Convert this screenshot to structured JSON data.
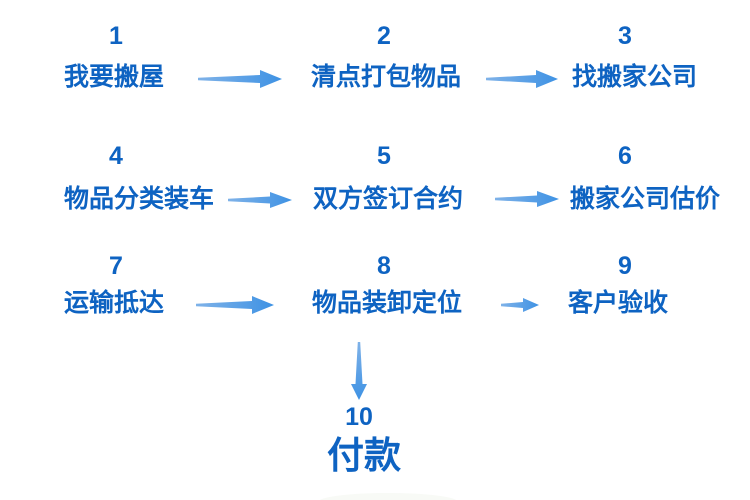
{
  "diagram": {
    "type": "flowchart",
    "background": "#ffffff",
    "colors": {
      "text_blue": "#0e63c2",
      "arrow_blue": "#3e92e4",
      "arrow_blue_light": "#7fb2e8"
    },
    "steps": [
      {
        "num": "1",
        "label": "我要搬屋"
      },
      {
        "num": "2",
        "label": "清点打包物品"
      },
      {
        "num": "3",
        "label": "找搬家公司"
      },
      {
        "num": "4",
        "label": "物品分类装车"
      },
      {
        "num": "5",
        "label": "双方签订合约"
      },
      {
        "num": "6",
        "label": "搬家公司估价"
      },
      {
        "num": "7",
        "label": "运输抵达"
      },
      {
        "num": "8",
        "label": "物品装卸定位"
      },
      {
        "num": "9",
        "label": "客户验收"
      },
      {
        "num": "10",
        "label": "付款"
      }
    ],
    "connections": [
      {
        "from": "1",
        "to": "2",
        "direction": "right"
      },
      {
        "from": "2",
        "to": "3",
        "direction": "right"
      },
      {
        "from": "4",
        "to": "5",
        "direction": "right"
      },
      {
        "from": "5",
        "to": "6",
        "direction": "right"
      },
      {
        "from": "7",
        "to": "8",
        "direction": "right"
      },
      {
        "from": "8",
        "to": "9",
        "direction": "right"
      },
      {
        "from": "8",
        "to": "10",
        "direction": "down"
      }
    ]
  }
}
